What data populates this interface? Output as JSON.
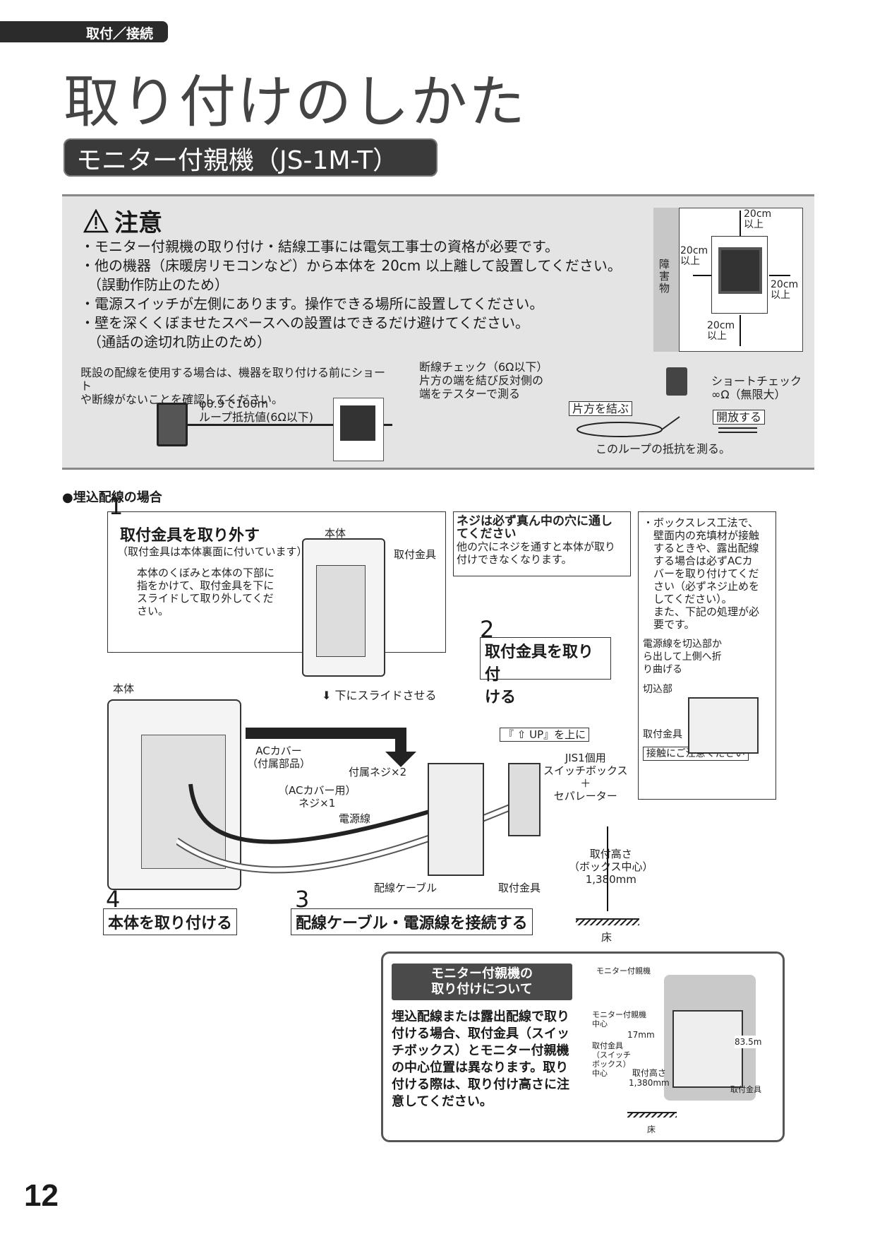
{
  "header": {
    "section_tab": "取付／接続",
    "title": "取り付けのしかた",
    "model_label": "モニター付親機（JS-1M-T）"
  },
  "caution": {
    "heading": "注意",
    "items": [
      "・モニター付親機の取り付け・結線工事には電気工事士の資格が必要です。",
      "・他の機器（床暖房リモコンなど）から本体を 20cm 以上離して設置してください。",
      "　（誤動作防止のため）",
      "・電源スイッチが左側にあります。操作できる場所に設置してください。",
      "・壁を深くくぼませたスペースへの設置はできるだけ避けてください。",
      "　（通話の途切れ防止のため）"
    ],
    "clearance": {
      "top": "20cm 以上",
      "left": "20cm 以上",
      "right": "20cm 以上",
      "bottom": "20cm 以上",
      "obstacle": "障害物"
    },
    "wiring_note": [
      "既設の配線を使用する場合は、機器を取り付ける前にショート",
      "や断線がないことを確認してください。"
    ],
    "cable_spec": [
      "φ0.9で100m",
      "ループ抵抗値(6Ω以下)"
    ],
    "break_check": [
      "断線チェック（6Ω以下）",
      "片方の端を結び反対側の",
      "端をテスターで測る"
    ],
    "short_check": [
      "ショートチェック",
      "∞Ω（無限大）"
    ],
    "tie_one_end": "片方を結ぶ",
    "open_end": "開放する",
    "loop_measure": "このループの抵抗を測る。"
  },
  "embedded": {
    "heading": "●埋込配線の場合",
    "step1": {
      "num": "1",
      "title": "取付金具を取り外す",
      "sub": "（取付金具は本体裏面に付いています）",
      "body": [
        "本体のくぼみと本体の下部に",
        "指をかけて、取付金具を下に",
        "スライドして取り外してくだ",
        "さい。"
      ],
      "label_body": "本体",
      "label_bracket": "取付金具",
      "slide": "下にスライドさせる"
    },
    "screw_note": {
      "title": [
        "ネジは必ず真ん中の穴に通し",
        "てください"
      ],
      "body": [
        "他の穴にネジを通すと本体が取り",
        "付けできなくなります。"
      ]
    },
    "boxless_note": [
      "・ボックスレス工法で、",
      "　壁面内の充填材が接触",
      "　するときや、露出配線",
      "　する場合は必ずACカ",
      "　バーを取り付けてくだ",
      "　さい（必ずネジ止めを",
      "　してください）。",
      "　また、下記の処理が必",
      "　要です。"
    ],
    "boxless_fig": {
      "wire_note": [
        "電源線を切込部か",
        "ら出して上側へ折",
        "り曲げる"
      ],
      "notch": "切込部",
      "bracket": "取付金具",
      "contact": "接触にご注意ください"
    },
    "step2": {
      "num": "2",
      "title": [
        "取付金具を取り付",
        "ける"
      ]
    },
    "labels": {
      "body": "本体",
      "ac_cover": [
        "ACカバー",
        "（付属部品）"
      ],
      "screws": "付属ネジ×2",
      "ac_screw": [
        "（ACカバー用）",
        "ネジ×1"
      ],
      "power_line": "電源線",
      "wiring_cable": "配線ケーブル",
      "bracket": "取付金具",
      "up_mark": "『 ⇧ UP』を上に",
      "switch_box": [
        "JIS1個用",
        "スイッチボックス",
        "＋",
        "セパレーター"
      ],
      "height": [
        "取付高さ",
        "（ボックス中心）",
        "1,380mm"
      ],
      "floor": "床"
    },
    "step3": {
      "num": "3",
      "title": "配線ケーブル・電源線を接続する"
    },
    "step4": {
      "num": "4",
      "title": "本体を取り付ける"
    }
  },
  "info": {
    "heading": [
      "モニター付親機の",
      "取り付けについて"
    ],
    "body": [
      "埋込配線または露出配線で取り",
      "付ける場合、取付金具（スイッ",
      "チボックス）とモニター付親機",
      "の中心位置は異なります。取り",
      "付ける際は、取り付け高さに注",
      "意してください。"
    ],
    "fig": {
      "unit": "モニター付親機",
      "center": [
        "モニター付親機",
        "中心"
      ],
      "offset": "17mm",
      "bracket_center": [
        "取付金具",
        "（スイッチ",
        "ボックス）",
        "中心"
      ],
      "height": [
        "取付高さ",
        "1,380mm"
      ],
      "dim": "83.5m",
      "bracket": "取付金具",
      "floor": "床"
    }
  },
  "page_number": "12"
}
